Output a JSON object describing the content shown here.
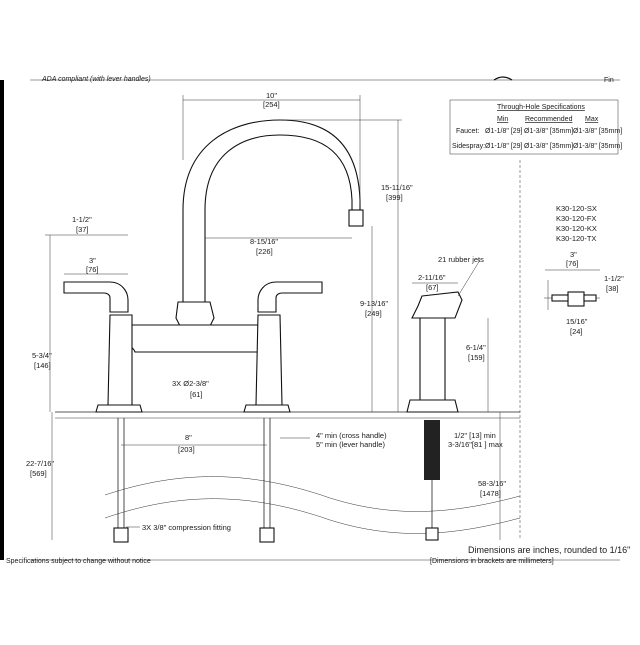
{
  "header": {
    "ada_note": "ADA compliant (with lever handles)",
    "corner_mark": "Fin"
  },
  "spec_table": {
    "title": "Through-Hole Specifications",
    "columns": [
      "Min",
      "Recommended",
      "Max"
    ],
    "rows": [
      {
        "label": "Faucet:",
        "min": "Ø1-1/8\" [29]",
        "rec": "Ø1-3/8\" [35mm]",
        "max": "Ø1-3/8\" [35mm]"
      },
      {
        "label": "Sidespray:",
        "min": "Ø1-1/8\" [29]",
        "rec": "Ø1-3/8\" [35mm]",
        "max": "Ø1-3/8\" [35mm]"
      }
    ]
  },
  "models": [
    "K30-120-SX",
    "K30-120-FX",
    "K30-120-KX",
    "K30-120-TX"
  ],
  "dims": {
    "top_width": "10\"",
    "top_width_mm": "[254]",
    "overall_height": "15-11/16\"",
    "overall_height_mm": "[399]",
    "reach": "8-15/16\"",
    "reach_mm": "[226]",
    "spout_clearance": "9-13/16\"",
    "spout_clearance_mm": "[249]",
    "handle_h": "1-1/2\"",
    "handle_h_mm": "[37]",
    "handle_w": "3\"",
    "handle_w_mm": "[76]",
    "body_h": "5-3/4\"",
    "body_h_mm": "[146]",
    "holes": "3X Ø2-3/8\"",
    "holes_mm": "[61]",
    "centers": "8\"",
    "centers_mm": "[203]",
    "below_deck": "22-7/16\"",
    "below_deck_mm": "[569]",
    "jets": "21 rubber jets",
    "spray_w": "2-11/16\"",
    "spray_w_mm": "[67]",
    "spray_h": "6-1/4\"",
    "spray_h_mm": "[159]",
    "deck_cross": "4\" min (cross handle)",
    "deck_lever": "5\" min (lever handle)",
    "deck_range_1": "1/2\" [13] min",
    "deck_range_2": "3-3/16\"[81 ] max",
    "hose": "58-3/16\"",
    "hose_mm": "[1478]",
    "side_w": "3\"",
    "side_w_mm": "[76]",
    "side_h": "1-1/2\"",
    "side_h_mm": "[38]",
    "side_d": "15/16\"",
    "side_d_mm": "[24]",
    "fitting": "3X 3/8\" compression fitting"
  },
  "footer": {
    "units_note": "Dimensions are inches, rounded to 1/16\"",
    "left_note": "Specifications subject to change without notice",
    "right_note": "[Dimensions in brackets are millimeters]"
  }
}
